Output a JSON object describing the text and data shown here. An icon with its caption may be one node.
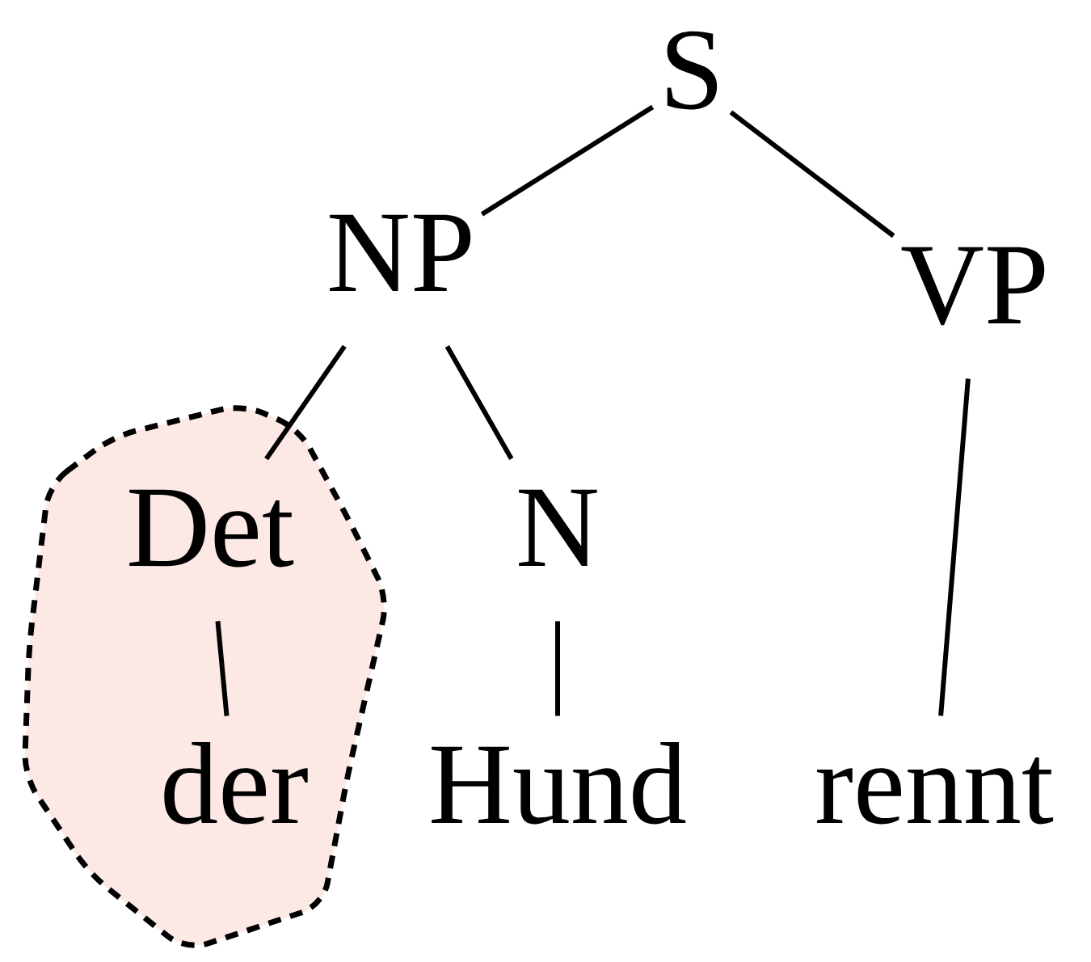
{
  "diagram": {
    "nodes": [
      {
        "text": [
          "S"
        ]
      },
      {
        "text": [
          "NP"
        ]
      },
      {
        "text": [
          "VP"
        ]
      },
      {
        "text": [],
        "shape": "cloud"
      },
      {
        "text": [
          "Det"
        ],
        "in": 3
      },
      {
        "text": [
          "N"
        ]
      },
      {
        "text": [
          "der"
        ],
        "in": 3
      },
      {
        "text": [
          "Hund"
        ]
      },
      {
        "text": [
          "rennt"
        ]
      }
    ],
    "edges": [
      {
        "from": 0,
        "to": 1,
        "arrow": "none"
      },
      {
        "from": 0,
        "to": 2,
        "arrow": "none"
      },
      {
        "from": 1,
        "to": 4,
        "arrow": "none"
      },
      {
        "from": 1,
        "to": 5,
        "arrow": "none"
      },
      {
        "from": 4,
        "to": 6,
        "arrow": "none"
      },
      {
        "from": 5,
        "to": 7,
        "arrow": "none"
      },
      {
        "from": 2,
        "to": 8,
        "arrow": "none"
      }
    ]
  }
}
